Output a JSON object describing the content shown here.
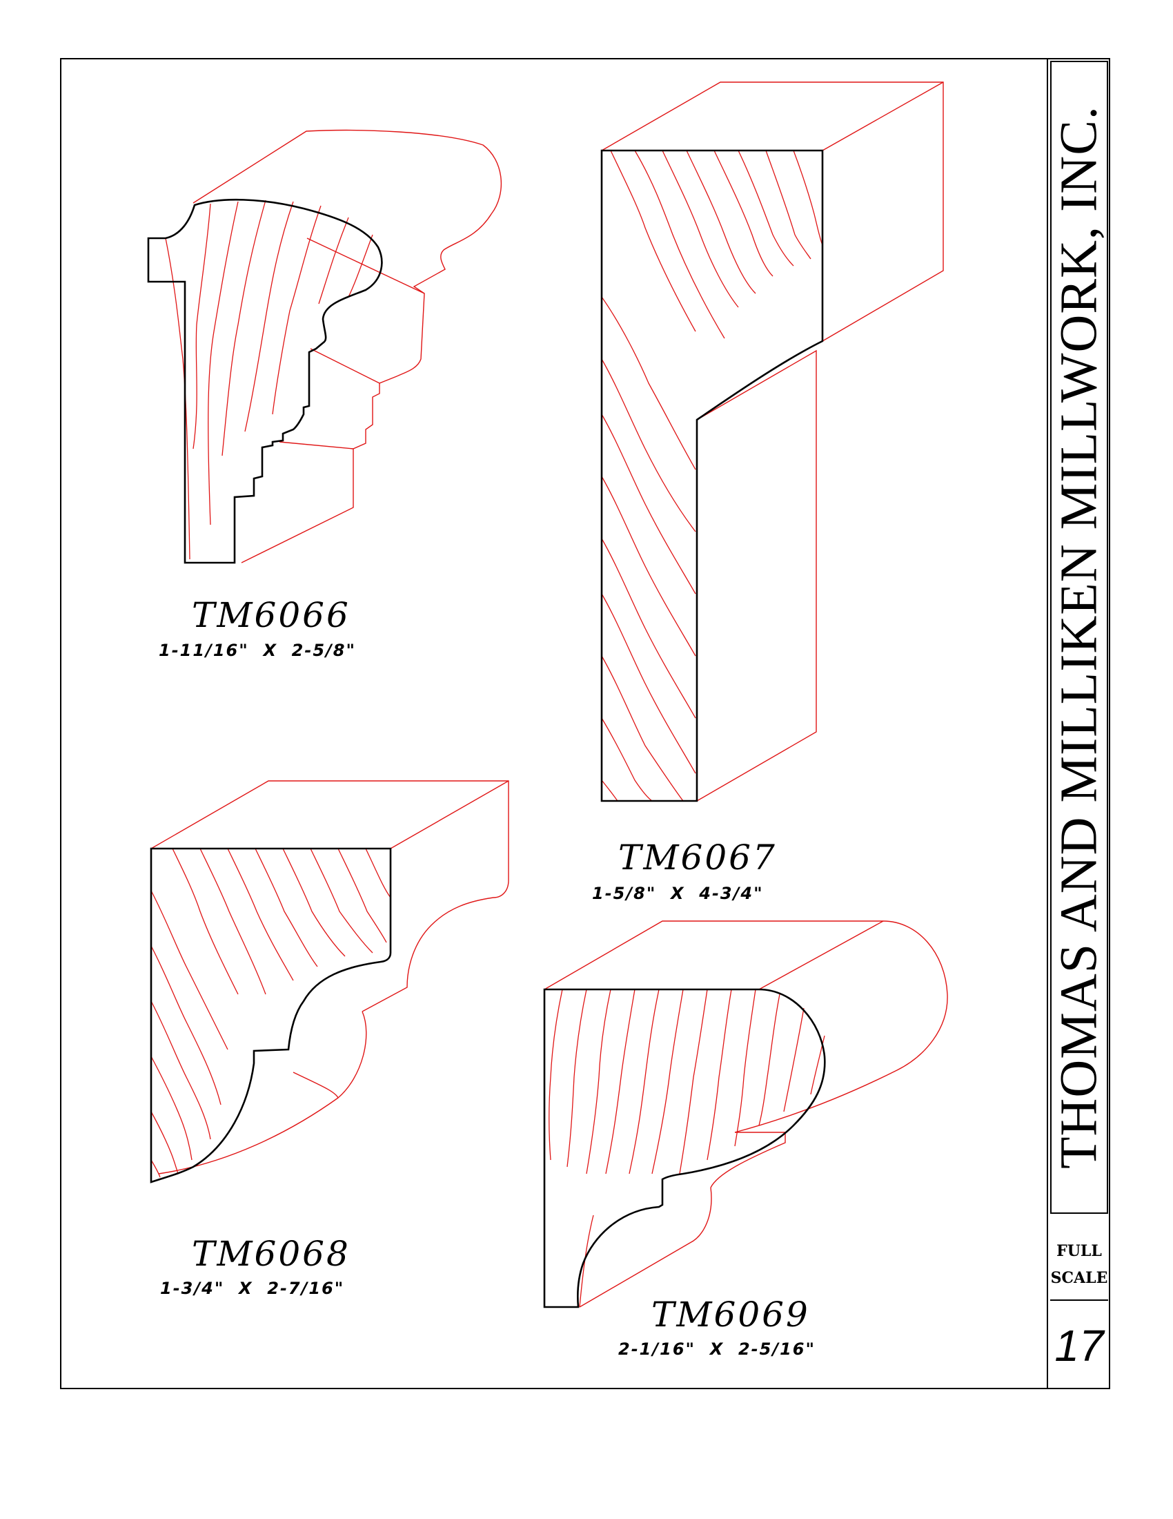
{
  "company": "THOMAS AND MILLIKEN MILLWORK, INC.",
  "scale": {
    "line1": "FULL",
    "line2": "SCALE"
  },
  "page_number": "17",
  "colors": {
    "outline": "#000000",
    "grain": "#e01515"
  },
  "profiles": [
    {
      "part": "TM6066",
      "dims": "1-11/16\"  X  2-5/8\""
    },
    {
      "part": "TM6067",
      "dims": "1-5/8\"  X  4-3/4\""
    },
    {
      "part": "TM6068",
      "dims": "1-3/4\"  X  2-7/16\""
    },
    {
      "part": "TM6069",
      "dims": "2-1/16\"  X  2-5/16\""
    }
  ]
}
